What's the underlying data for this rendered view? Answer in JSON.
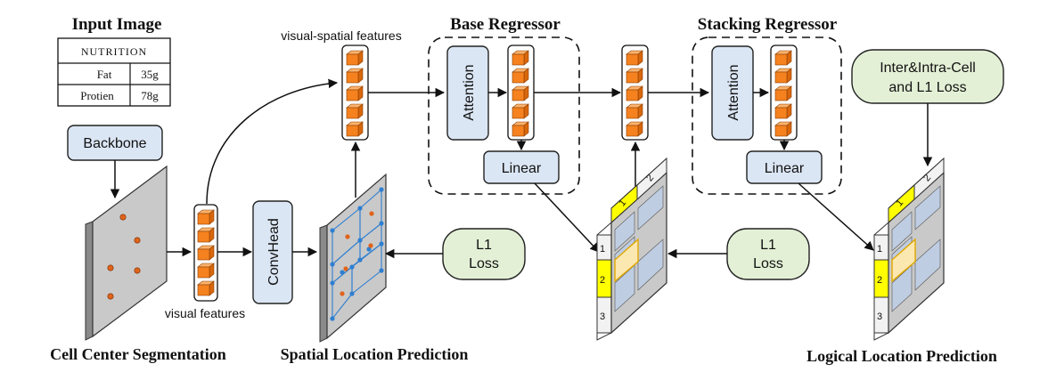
{
  "titles": {
    "input_image": "Input Image",
    "base_regressor": "Base Regressor",
    "stacking_regressor": "Stacking Regressor",
    "cell_center_segmentation": "Cell Center Segmentation",
    "spatial_location_prediction": "Spatial Location Prediction",
    "logical_location_prediction": "Logical Location Prediction"
  },
  "input_table": {
    "header": "NUTRITION",
    "rows": [
      {
        "label": "Fat",
        "value": "35g"
      },
      {
        "label": "Protien",
        "value": "78g"
      }
    ]
  },
  "labels": {
    "visual_spatial_features": "visual-spatial features",
    "visual_features": "visual features"
  },
  "blocks": {
    "backbone": "Backbone",
    "convhead": "ConvHead",
    "attention_base": "Attention",
    "attention_stacking": "Attention",
    "linear_base": "Linear",
    "linear_stacking": "Linear"
  },
  "losses": {
    "l1_spatial": [
      "L1",
      "Loss"
    ],
    "l1_logical": [
      "L1",
      "Loss"
    ],
    "inter_intra": [
      "Inter&Intra-Cell",
      "and L1 Loss"
    ]
  },
  "logical_grid_numbers": {
    "top": [
      "1",
      "2"
    ],
    "side": [
      "1",
      "2",
      "3"
    ]
  },
  "colors": {
    "block_fill": "#dbe6f4",
    "loss_fill": "#e3f0d6",
    "feature_cube": "#f5821f",
    "logical_highlight": "#ffff00",
    "cell_fill": "#fbe7b0",
    "cell_border": "#e0a800",
    "keypoint_blue": "#2f7fd1",
    "center_dot": "#e0631a"
  }
}
